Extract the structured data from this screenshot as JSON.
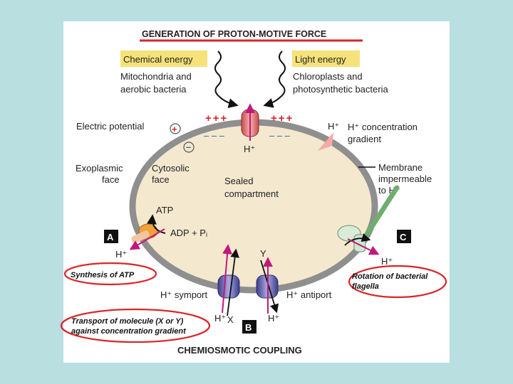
{
  "title": "GENERATION OF PROTON-MOTIVE FORCE",
  "footer": "CHEMIOSMOTIC COUPLING",
  "sources": {
    "chemical": "Chemical energy",
    "chemical_desc1": "Mitochondria and",
    "chemical_desc2": "aerobic bacteria",
    "light": "Light energy",
    "light_desc1": "Chloroplasts and",
    "light_desc2": "photosynthetic bacteria"
  },
  "labels": {
    "electric_potential": "Electric potential",
    "plus": "+++",
    "plus2": "+++",
    "minus": "– – –",
    "minus2": "– – –",
    "plus_sign": "+",
    "minus_sign": "–",
    "h_top": "H⁺",
    "h_pump": "H⁺",
    "conc1": "H⁺ concentration",
    "conc2": "gradient",
    "exo1": "Exoplasmic",
    "exo2": "face",
    "cyto1": "Cytosolic",
    "cyto2": "face",
    "sealed1": "Sealed",
    "sealed2": "compartment",
    "mem1": "Membrane",
    "mem2": "impermeable",
    "mem3": "to H⁺",
    "atp": "ATP",
    "adp": "ADP + Pᵢ",
    "h_atp": "H⁺",
    "y": "Y",
    "h_flag": "H⁺",
    "symport": "H⁺ symport",
    "antiport": "H⁺ antiport",
    "h_sym": "H⁺",
    "x": "X",
    "h_anti": "H⁺"
  },
  "boxes": {
    "a": "A",
    "b": "B",
    "c": "C"
  },
  "callouts": {
    "synthesis": "Synthesis of ATP",
    "rotation1": "Rotation of bacterial",
    "rotation2": "flagella",
    "transport1": "Transport of molecule (X or Y)",
    "transport2": "against concentration gradient"
  },
  "colors": {
    "background": "#b9dfe1",
    "panel": "#ffffff",
    "highlight": "#f6e27a",
    "membrane": "#8f8f8f",
    "interior": "#f4e8cf",
    "accent_red": "#d8262a",
    "magenta": "#c2187a",
    "box_black": "#111111",
    "pump_red": "#e77b7b",
    "transporter": "#6c6cb6"
  }
}
